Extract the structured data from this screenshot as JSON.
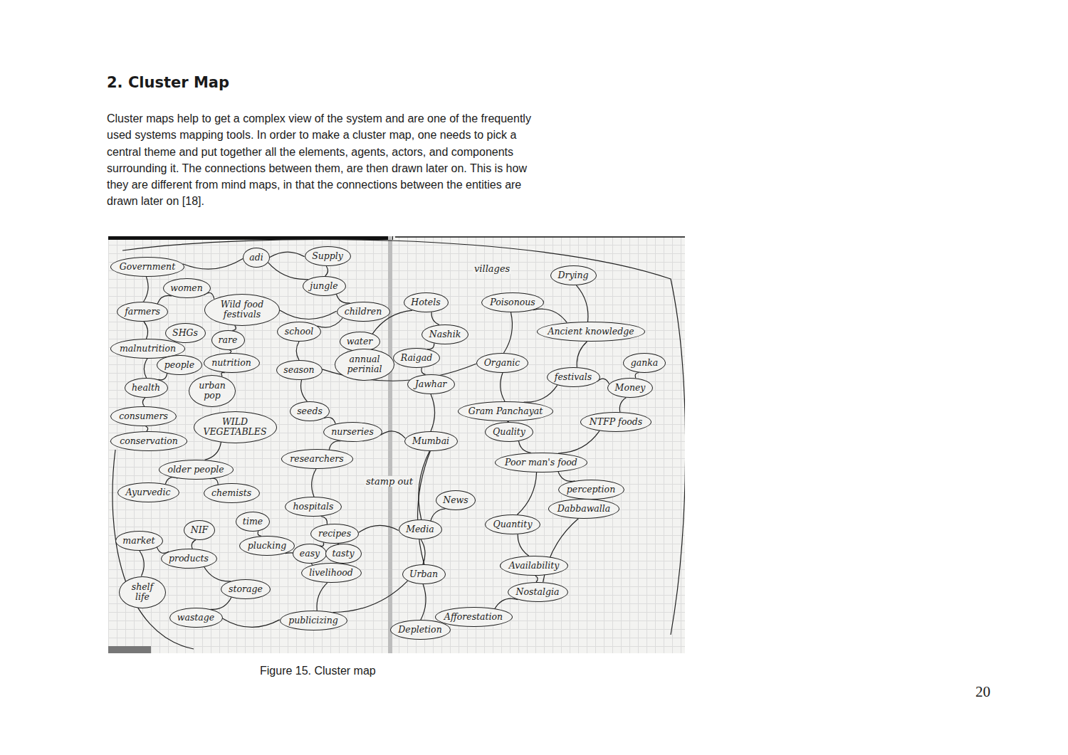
{
  "diagram": {
    "title": "2. Cluster Map",
    "caption": "Figure 15. Cluster map",
    "nodes": [
      {
        "text": [
          "Government"
        ]
      },
      {
        "text": [
          "adi"
        ]
      },
      {
        "text": [
          "Supply"
        ]
      },
      {
        "text": [
          "women"
        ]
      },
      {
        "text": [
          "jungle"
        ]
      },
      {
        "text": [
          "Wild food festivals"
        ]
      },
      {
        "text": [
          "children"
        ]
      },
      {
        "text": [
          "farmers"
        ]
      },
      {
        "text": [
          "SHGs"
        ]
      },
      {
        "text": [
          "rare"
        ]
      },
      {
        "text": [
          "school"
        ]
      },
      {
        "text": [
          "water"
        ]
      },
      {
        "text": [
          "malnutrition"
        ]
      },
      {
        "text": [
          "people"
        ]
      },
      {
        "text": [
          "nutrition"
        ]
      },
      {
        "text": [
          "annual perinial"
        ]
      },
      {
        "text": [
          "season"
        ]
      },
      {
        "text": [
          "health"
        ]
      },
      {
        "text": [
          "urban pop"
        ]
      },
      {
        "text": [
          "consumers"
        ]
      },
      {
        "text": [
          "seeds"
        ]
      },
      {
        "text": [
          "WILD VEGETABLES"
        ]
      },
      {
        "text": [
          "nurseries"
        ]
      },
      {
        "text": [
          "conservation"
        ]
      },
      {
        "text": [
          "researchers"
        ]
      },
      {
        "text": [
          "older people"
        ]
      },
      {
        "text": [
          "Ayurvedic"
        ]
      },
      {
        "text": [
          "chemists"
        ]
      },
      {
        "text": [
          "hospitals"
        ]
      },
      {
        "text": [
          "time"
        ]
      },
      {
        "text": [
          "NIF"
        ]
      },
      {
        "text": [
          "market"
        ]
      },
      {
        "text": [
          "recipes"
        ]
      },
      {
        "text": [
          "plucking"
        ]
      },
      {
        "text": [
          "products"
        ]
      },
      {
        "text": [
          "easy"
        ]
      },
      {
        "text": [
          "tasty"
        ]
      },
      {
        "text": [
          "livelihood"
        ]
      },
      {
        "text": [
          "shelf life"
        ]
      },
      {
        "text": [
          "storage"
        ]
      },
      {
        "text": [
          "wastage"
        ]
      },
      {
        "text": [
          "publicizing"
        ]
      },
      {
        "text": [
          "Drying"
        ]
      },
      {
        "text": [
          "Hotels"
        ]
      },
      {
        "text": [
          "Poisonous"
        ]
      },
      {
        "text": [
          "Ancient knowledge"
        ]
      },
      {
        "text": [
          "Nashik"
        ]
      },
      {
        "text": [
          "Raigad"
        ]
      },
      {
        "text": [
          "Organic"
        ]
      },
      {
        "text": [
          "festivals"
        ]
      },
      {
        "text": [
          "ganka"
        ]
      },
      {
        "text": [
          "Jawhar"
        ]
      },
      {
        "text": [
          "Money"
        ]
      },
      {
        "text": [
          "Gram Panchayat"
        ]
      },
      {
        "text": [
          "NTFP foods"
        ]
      },
      {
        "text": [
          "Quality"
        ]
      },
      {
        "text": [
          "Mumbai"
        ]
      },
      {
        "text": [
          "Poor man's food"
        ]
      },
      {
        "text": [
          "perception"
        ]
      },
      {
        "text": [
          "News"
        ]
      },
      {
        "text": [
          "Dabbawalla"
        ]
      },
      {
        "text": [
          "Quantity"
        ]
      },
      {
        "text": [
          "Media"
        ]
      },
      {
        "text": [
          "Availability"
        ]
      },
      {
        "text": [
          "Urban"
        ]
      },
      {
        "text": [
          "Nostalgia"
        ]
      },
      {
        "text": [
          "Afforestation"
        ]
      },
      {
        "text": [
          "Depletion"
        ]
      }
    ],
    "edges": [
      {
        "from": 0,
        "to": 7,
        "arrow": "none"
      },
      {
        "from": 0,
        "to": 1,
        "arrow": "none"
      },
      {
        "from": 1,
        "to": 2,
        "arrow": "none"
      },
      {
        "from": 1,
        "to": 4,
        "arrow": "none"
      },
      {
        "from": 2,
        "to": 4,
        "arrow": "none"
      },
      {
        "from": 3,
        "to": 7,
        "arrow": "none"
      },
      {
        "from": 3,
        "to": 5,
        "arrow": "none"
      },
      {
        "from": 5,
        "to": 6,
        "arrow": "none"
      },
      {
        "from": 5,
        "to": 9,
        "arrow": "none"
      },
      {
        "from": 4,
        "to": 6,
        "arrow": "none"
      },
      {
        "from": 7,
        "to": 12,
        "arrow": "none"
      },
      {
        "from": 12,
        "to": 17,
        "arrow": "none"
      },
      {
        "from": 13,
        "to": 17,
        "arrow": "none"
      },
      {
        "from": 17,
        "to": 19,
        "arrow": "none"
      },
      {
        "from": 19,
        "to": 23,
        "arrow": "none"
      },
      {
        "from": 14,
        "to": 18,
        "arrow": "none"
      },
      {
        "from": 9,
        "to": 14,
        "arrow": "none"
      },
      {
        "from": 10,
        "to": 16,
        "arrow": "none"
      },
      {
        "from": 11,
        "to": 15,
        "arrow": "none"
      },
      {
        "from": 16,
        "to": 20,
        "arrow": "none"
      },
      {
        "from": 20,
        "to": 22,
        "arrow": "none"
      },
      {
        "from": 22,
        "to": 24,
        "arrow": "none"
      },
      {
        "from": 21,
        "to": 25,
        "arrow": "none"
      },
      {
        "from": 25,
        "to": 26,
        "arrow": "none"
      },
      {
        "from": 25,
        "to": 27,
        "arrow": "none"
      },
      {
        "from": 24,
        "to": 28,
        "arrow": "none"
      },
      {
        "from": 28,
        "to": 32,
        "arrow": "none"
      },
      {
        "from": 29,
        "to": 33,
        "arrow": "none"
      },
      {
        "from": 32,
        "to": 35,
        "arrow": "none"
      },
      {
        "from": 32,
        "to": 36,
        "arrow": "none"
      },
      {
        "from": 33,
        "to": 37,
        "arrow": "none"
      },
      {
        "from": 31,
        "to": 34,
        "arrow": "none"
      },
      {
        "from": 31,
        "to": 38,
        "arrow": "none"
      },
      {
        "from": 34,
        "to": 39,
        "arrow": "none"
      },
      {
        "from": 39,
        "to": 40,
        "arrow": "none"
      },
      {
        "from": 40,
        "to": 41,
        "arrow": "none"
      },
      {
        "from": 41,
        "to": 37,
        "arrow": "none"
      },
      {
        "from": 30,
        "to": 34,
        "arrow": "none"
      },
      {
        "from": 6,
        "to": 10,
        "arrow": "none"
      },
      {
        "from": 43,
        "to": 46,
        "arrow": "none"
      },
      {
        "from": 46,
        "to": 47,
        "arrow": "none"
      },
      {
        "from": 47,
        "to": 51,
        "arrow": "none"
      },
      {
        "from": 51,
        "to": 56,
        "arrow": "none"
      },
      {
        "from": 56,
        "to": 62,
        "arrow": "none"
      },
      {
        "from": 62,
        "to": 64,
        "arrow": "none"
      },
      {
        "from": 59,
        "to": 62,
        "arrow": "none"
      },
      {
        "from": 64,
        "to": 67,
        "arrow": "none"
      },
      {
        "from": 67,
        "to": 66,
        "arrow": "none"
      },
      {
        "from": 66,
        "to": 65,
        "arrow": "none"
      },
      {
        "from": 65,
        "to": 63,
        "arrow": "none"
      },
      {
        "from": 63,
        "to": 61,
        "arrow": "none"
      },
      {
        "from": 61,
        "to": 57,
        "arrow": "none"
      },
      {
        "from": 57,
        "to": 55,
        "arrow": "none"
      },
      {
        "from": 55,
        "to": 53,
        "arrow": "none"
      },
      {
        "from": 53,
        "to": 48,
        "arrow": "none"
      },
      {
        "from": 48,
        "to": 44,
        "arrow": "none"
      },
      {
        "from": 44,
        "to": 45,
        "arrow": "none"
      },
      {
        "from": 45,
        "to": 49,
        "arrow": "none"
      },
      {
        "from": 49,
        "to": 52,
        "arrow": "none"
      },
      {
        "from": 52,
        "to": 54,
        "arrow": "none"
      },
      {
        "from": 54,
        "to": 57,
        "arrow": "none"
      },
      {
        "from": 57,
        "to": 58,
        "arrow": "none"
      },
      {
        "from": 58,
        "to": 60,
        "arrow": "none"
      },
      {
        "from": 60,
        "to": 65,
        "arrow": "none"
      },
      {
        "from": 42,
        "to": 45,
        "arrow": "none"
      },
      {
        "from": 50,
        "to": 52,
        "arrow": "none"
      },
      {
        "from": 49,
        "to": 53,
        "arrow": "none"
      },
      {
        "from": 56,
        "to": 64,
        "arrow": "none"
      },
      {
        "from": 32,
        "to": 62,
        "arrow": "none"
      },
      {
        "from": 41,
        "to": 64,
        "arrow": "none"
      },
      {
        "from": 22,
        "to": 56,
        "arrow": "none"
      },
      {
        "from": 16,
        "to": 48,
        "arrow": "none"
      },
      {
        "from": 11,
        "to": 43,
        "arrow": "none"
      }
    ],
    "labels": [
      "Cluster maps help to get a complex view of the system and are one of the frequently used systems mapping tools. In order to make a cluster map, one needs to pick a central theme and put together all the elements, agents, actors, and components surrounding it. The connections between them, are then drawn later on. This is how they are different from mind maps, in that the connections between the entities are drawn later on [18].",
      "villages",
      "stamp out",
      "20"
    ]
  }
}
